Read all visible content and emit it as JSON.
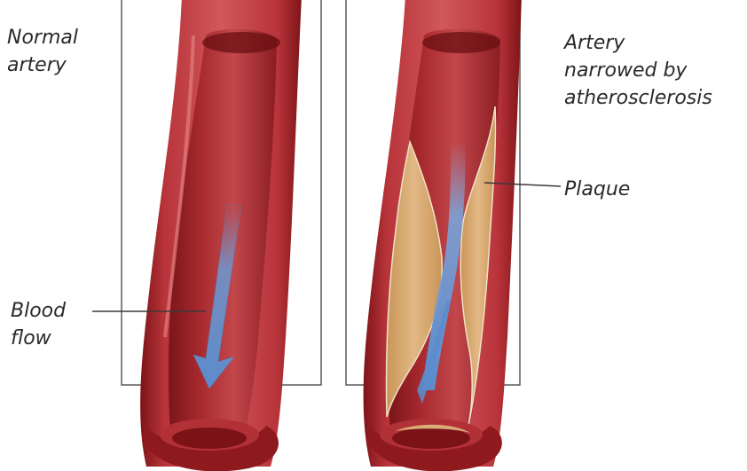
{
  "labels": {
    "normal_artery": [
      "Normal",
      "artery"
    ],
    "narrowed_artery": [
      "Artery",
      "narrowed by",
      "atherosclerosis"
    ],
    "plaque": "Plaque",
    "blood_flow": [
      "Blood",
      "flow"
    ]
  },
  "colors": {
    "frame": "#5a5a5a",
    "artery_wall": "#b8343a",
    "artery_dark": "#7d1417",
    "lumen": "#a82a2f",
    "plaque": "#d9ad78",
    "blood_flow": "#6d99d2",
    "label_text": "#2a2a2a"
  }
}
